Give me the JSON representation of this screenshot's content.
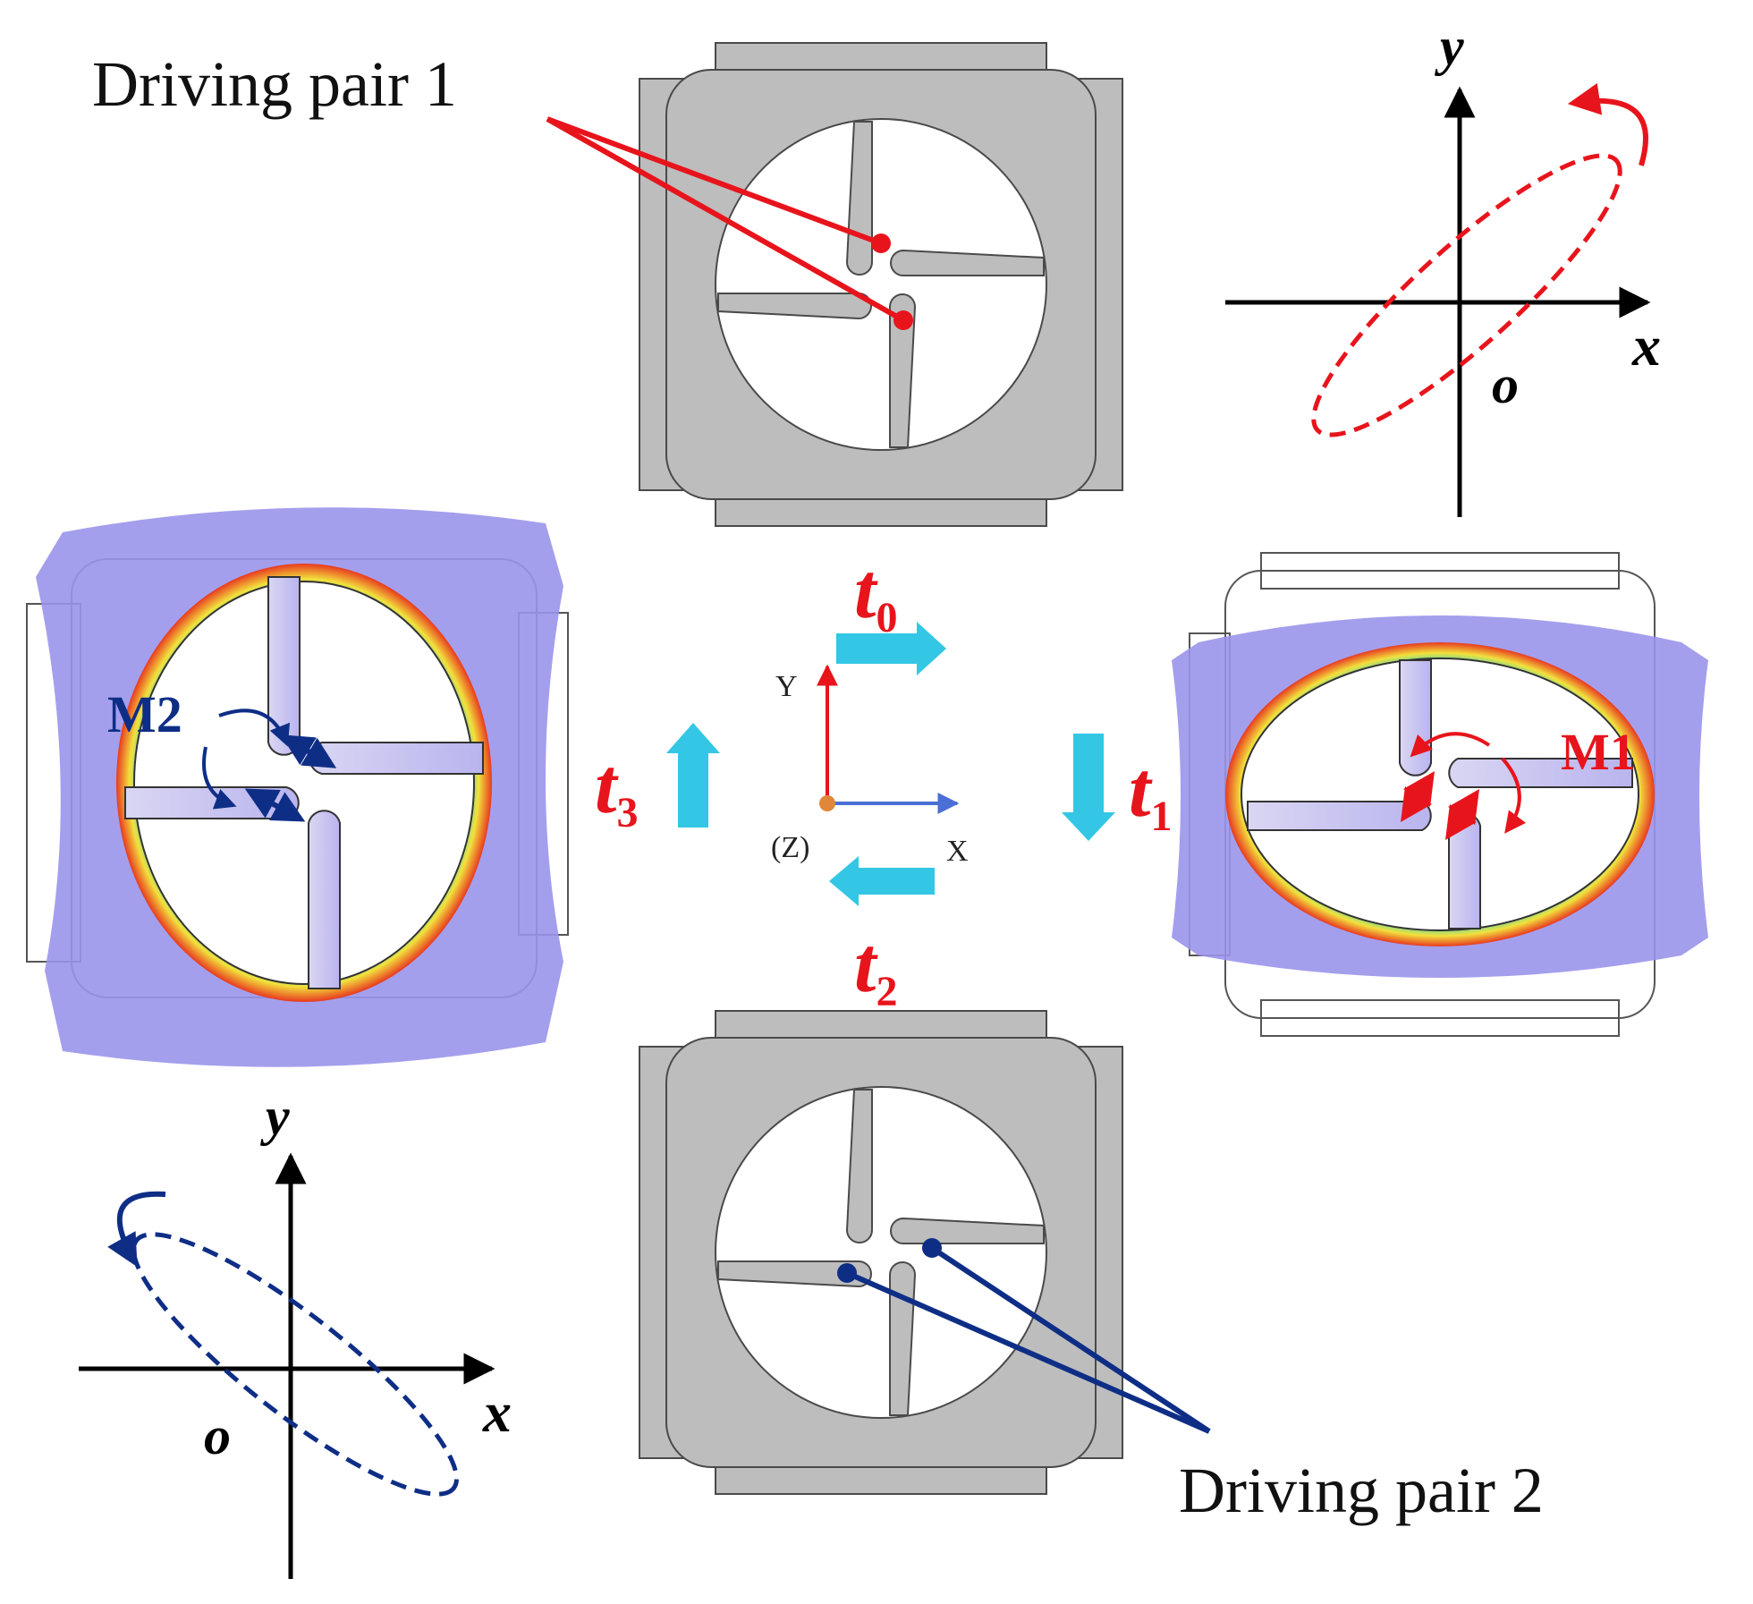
{
  "labels": {
    "driving_pair_1": "Driving pair 1",
    "driving_pair_2": "Driving pair 2",
    "m1": "M1",
    "m2": "M2"
  },
  "coordinate_system": {
    "y_label": "Y",
    "x_label": "X",
    "z_label": "(Z)"
  },
  "time_steps": {
    "t0": {
      "symbol": "t",
      "sub": "0"
    },
    "t1": {
      "symbol": "t",
      "sub": "1"
    },
    "t2": {
      "symbol": "t",
      "sub": "2"
    },
    "t3": {
      "symbol": "t",
      "sub": "3"
    }
  },
  "trajectory_plots": {
    "top_right": {
      "x_label": "x",
      "y_label": "y",
      "origin_label": "o"
    },
    "bottom_left": {
      "x_label": "x",
      "y_label": "y",
      "origin_label": "o"
    }
  },
  "colors": {
    "red": "#e8141c",
    "blue": "#0e2e86",
    "cyan_arrow": "#33c7e5",
    "frame_gray": "#bdbdbd",
    "deform_violet": "#8c87e8",
    "axis_y_red": "#e8141c",
    "axis_x_blue": "#4a6fd6",
    "origin_orange": "#e0873a"
  }
}
